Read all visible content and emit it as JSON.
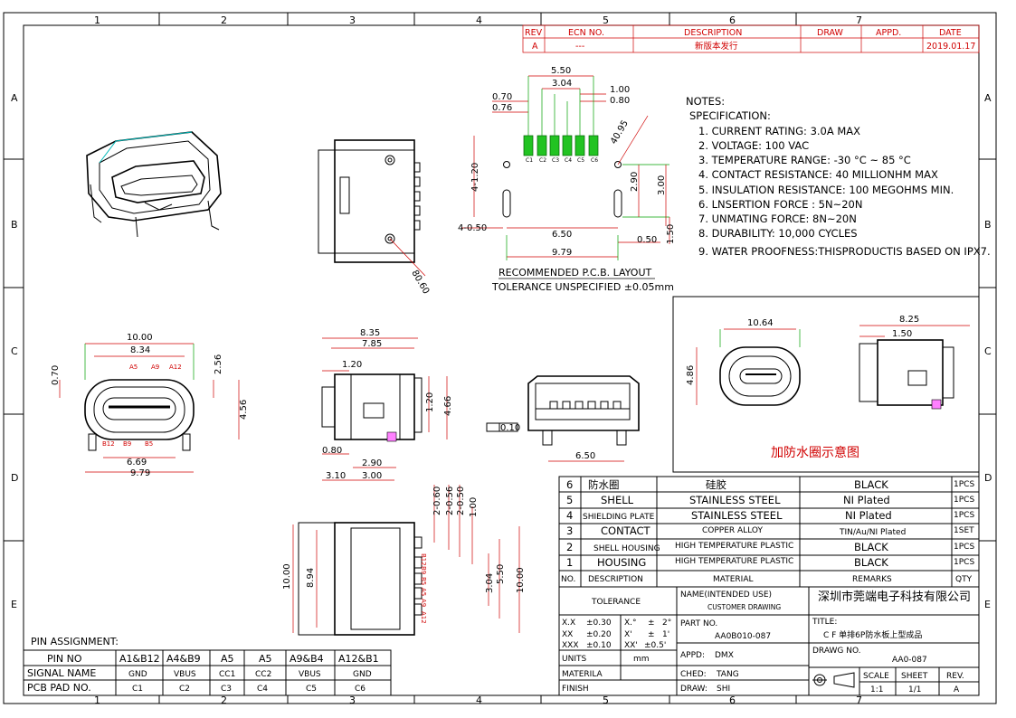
{
  "zones": {
    "cols": [
      "1",
      "2",
      "3",
      "4",
      "5",
      "6",
      "7"
    ],
    "rows": [
      "A",
      "B",
      "C",
      "D",
      "E"
    ]
  },
  "revision": {
    "headers": [
      "REV",
      "ECN NO.",
      "DESCRIPTION",
      "DRAW",
      "APPD.",
      "DATE"
    ],
    "row": [
      "A",
      "---",
      "新版本发行",
      "",
      "",
      "2019.01.17"
    ]
  },
  "notes": {
    "title": "NOTES:",
    "spec": "SPECIFICATION:",
    "items": [
      "1. CURRENT RATING: 3.0A MAX",
      "2. VOLTAGE: 100 VAC",
      "3. TEMPERATURE RANGE: -30 °C ~ 85 °C",
      "4. CONTACT RESISTANCE: 40 MILLIONHM MAX",
      "5. INSULATION RESISTANCE: 100 MEGOHMS MIN.",
      "6. LNSERTION FORCE : 5N~20N",
      "7. UNMATING FORCE: 8N~20N",
      "8. DURABILITY: 10,000 CYCLES",
      "9. WATER PROOFNESS:THISPRODUCTIS BASED ON IPX7."
    ]
  },
  "pcb_layout": {
    "caption1": "RECOMMENDED P.C.B. LAYOUT",
    "caption2": "TOLERANCE UNSPECIFIED ±0.05mm",
    "dims": [
      "5.50",
      "3.04",
      "1.00",
      "0.80",
      "0.70",
      "0.76",
      "4-1.20",
      "4-0.50",
      "6.50",
      "9.79",
      "0.50",
      "2.90",
      "3.00",
      "1.50",
      "40.95"
    ],
    "pads": [
      "C1",
      "C2",
      "C3",
      "C4",
      "C5",
      "C6"
    ]
  },
  "side_view_dims": [
    "80.60"
  ],
  "front_view": {
    "dims": [
      "10.00",
      "8.34",
      "0.70",
      "2.56",
      "4.56",
      "6.69",
      "9.79"
    ],
    "pins_top": [
      "A5",
      "A9",
      "A12"
    ],
    "pins_bottom": [
      "B12",
      "B9",
      "B5"
    ]
  },
  "mid_view_dims": [
    "8.35",
    "7.85",
    "1.20",
    "1.20",
    "4.66",
    "0.80",
    "2.90",
    "3.10",
    "3.00"
  ],
  "right_view_dims": [
    "0.10",
    "6.50"
  ],
  "waterproof": {
    "dims": [
      "10.64",
      "4.86",
      "8.25",
      "1.50"
    ],
    "caption": "加防水圈示意图"
  },
  "bottom_view": {
    "dims": [
      "2-0.60",
      "2-0.56",
      "2-0.50",
      "1.00",
      "10.00",
      "8.94",
      "3.04",
      "5.50",
      "10.00"
    ],
    "pins": [
      "B12",
      "B9",
      "B5",
      "A5",
      "A9",
      "A12"
    ]
  },
  "pin_assignment": {
    "title": "PIN ASSIGNMENT:",
    "rows": [
      [
        "PIN NO",
        "A1&B12",
        "A4&B9",
        "A5",
        "A5",
        "A9&B4",
        "A12&B1"
      ],
      [
        "SIGNAL NAME",
        "GND",
        "VBUS",
        "CC1",
        "CC2",
        "VBUS",
        "GND"
      ],
      [
        "PCB PAD NO.",
        "C1",
        "C2",
        "C3",
        "C4",
        "C5",
        "C6"
      ]
    ]
  },
  "bom": {
    "rows": [
      [
        "6",
        "防水圈",
        "硅胶",
        "BLACK",
        "1PCS"
      ],
      [
        "5",
        "SHELL",
        "STAINLESS STEEL",
        "NI Plated",
        "1PCS"
      ],
      [
        "4",
        "SHIELDING PLATE",
        "STAINLESS STEEL",
        "NI Plated",
        "1PCS"
      ],
      [
        "3",
        "CONTACT",
        "COPPER ALLOY",
        "TIN/Au/NI Plated",
        "1SET"
      ],
      [
        "2",
        "SHELL HOUSING",
        "HIGH TEMPERATURE PLASTIC",
        "BLACK",
        "1PCS"
      ],
      [
        "1",
        "HOUSING",
        "HIGH TEMPERATURE PLASTIC",
        "BLACK",
        "1PCS"
      ]
    ],
    "header": [
      "NO.",
      "DESCRIPTION",
      "MATERIAL",
      "REMARKS",
      "QTY"
    ]
  },
  "title_block": {
    "tolerance": "TOLERANCE",
    "name_label": "NAME(INTENDED USE)",
    "customer": "CUSTOMER DRAWING",
    "company": "深圳市莞端电子科技有限公司",
    "tol_rows": [
      [
        "X.X",
        "±0.30",
        "X.°",
        "±",
        "2°"
      ],
      [
        "XX",
        "±0.20",
        "X'",
        "±",
        "1'"
      ],
      [
        "XXX",
        "±0.10",
        "XX'",
        "±0.5'",
        ""
      ]
    ],
    "units_label": "UNITS",
    "units": "mm",
    "materila": "MATERILA",
    "finish": "FINISH",
    "part_no_label": "PART NO.",
    "part_no": "AA0B010-087",
    "title_label": "TITLE:",
    "title": "C F 单排6P防水板上型成品",
    "appd": "APPD:",
    "appd_val": "DMX",
    "ched": "CHED:",
    "ched_val": "TANG",
    "draw": "DRAW:",
    "draw_val": "SHI",
    "drawg_no_label": "DRAWG NO.",
    "drawg_no": "AA0-087",
    "scale_label": "SCALE",
    "scale": "1:1",
    "sheet_label": "SHEET",
    "sheet": "1/1",
    "rev_label": "REV.",
    "rev": "A"
  }
}
